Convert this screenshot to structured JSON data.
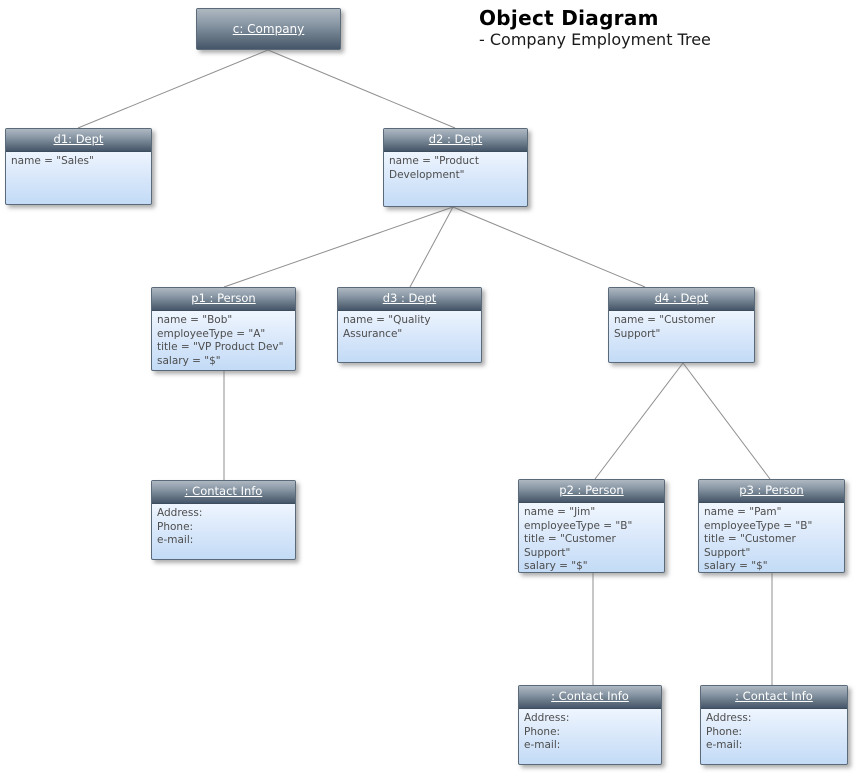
{
  "title": {
    "heading": "Object Diagram",
    "subtitle": "- Company Employment Tree"
  },
  "colors": {
    "header_gradient_top": "#aeb8c1",
    "header_gradient_bottom": "#46566a",
    "body_gradient_top": "#fefeff",
    "body_gradient_bottom": "#c3dbf6",
    "header_text": "#ffffff",
    "body_text": "#4d4d4d",
    "connector": "#8f8f8f"
  },
  "nodes": [
    {
      "id": "company",
      "title": "c: Company",
      "attributes": []
    },
    {
      "id": "d1",
      "title": "d1: Dept",
      "attributes": [
        "name = \"Sales\""
      ]
    },
    {
      "id": "d2",
      "title": "d2 : Dept",
      "attributes": [
        "name = \"Product Development\""
      ]
    },
    {
      "id": "p1",
      "title": "p1 : Person",
      "attributes": [
        "name = \"Bob\"",
        "employeeType = \"A\"",
        "title = \"VP Product Dev\"",
        "salary = \"$\""
      ]
    },
    {
      "id": "d3",
      "title": "d3 : Dept",
      "attributes": [
        "name = \"Quality Assurance\""
      ]
    },
    {
      "id": "d4",
      "title": "d4 : Dept",
      "attributes": [
        "name = \"Customer Support\""
      ]
    },
    {
      "id": "contact1",
      "title": ": Contact Info",
      "attributes": [
        "Address:",
        "Phone:",
        "e-mail:"
      ]
    },
    {
      "id": "p2",
      "title": "p2 : Person",
      "attributes": [
        "name = \"Jim\"",
        "employeeType = \"B\"",
        "title = \"Customer Support\"",
        "salary = \"$\""
      ]
    },
    {
      "id": "p3",
      "title": "p3 : Person",
      "attributes": [
        "name = \"Pam\"",
        "employeeType = \"B\"",
        "title = \"Customer Support\"",
        "salary = \"$\""
      ]
    },
    {
      "id": "contact2",
      "title": ": Contact Info",
      "attributes": [
        "Address:",
        "Phone:",
        "e-mail:"
      ]
    },
    {
      "id": "contact3",
      "title": ": Contact Info",
      "attributes": [
        "Address:",
        "Phone:",
        "e-mail:"
      ]
    }
  ],
  "edges": [
    {
      "from": "company",
      "to": "d1"
    },
    {
      "from": "company",
      "to": "d2"
    },
    {
      "from": "d2",
      "to": "p1"
    },
    {
      "from": "d2",
      "to": "d3"
    },
    {
      "from": "d2",
      "to": "d4"
    },
    {
      "from": "p1",
      "to": "contact1"
    },
    {
      "from": "d4",
      "to": "p2"
    },
    {
      "from": "d4",
      "to": "p3"
    },
    {
      "from": "p2",
      "to": "contact2"
    },
    {
      "from": "p3",
      "to": "contact3"
    }
  ]
}
